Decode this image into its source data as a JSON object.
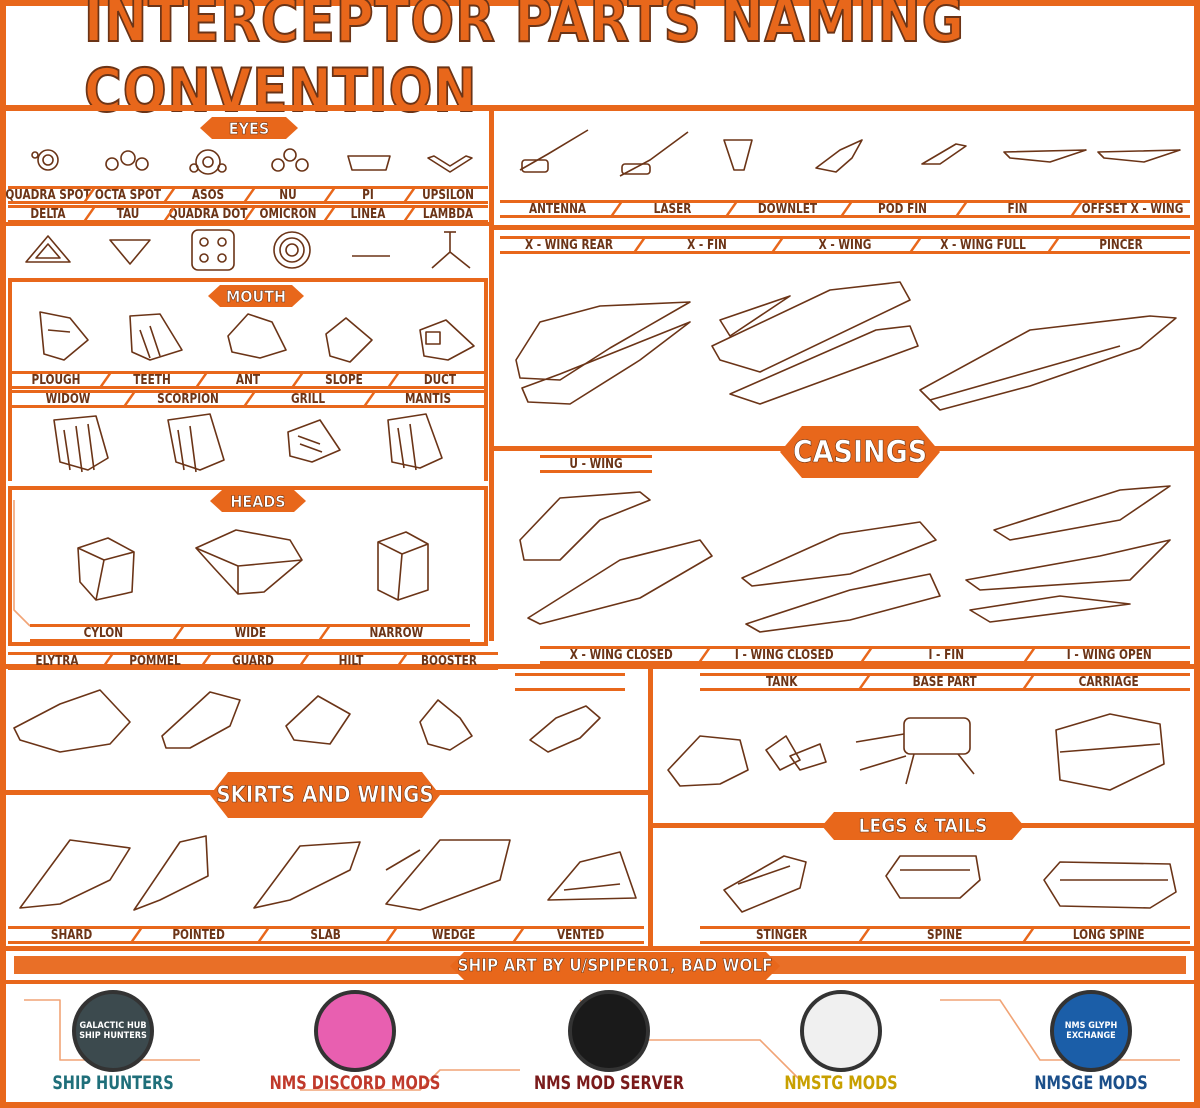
{
  "title": "INTERCEPTOR PARTS NAMING CONVENTION",
  "sections": {
    "eyes": "EYES",
    "mouth": "MOUTH",
    "heads": "HEADS",
    "casings": "CASINGS",
    "skirts": "SKIRTS AND WINGS",
    "legs": "LEGS & TAILS"
  },
  "eyes_row1": [
    "QUADRA SPOT",
    "OCTA SPOT",
    "ASOS",
    "NU",
    "PI",
    "UPSILON"
  ],
  "eyes_row2": [
    "DELTA",
    "TAU",
    "QUADRA DOT",
    "OMICRON",
    "LINEA",
    "LAMBDA"
  ],
  "mouth_row1": [
    "PLOUGH",
    "TEETH",
    "ANT",
    "SLOPE",
    "DUCT"
  ],
  "mouth_row2": [
    "WIDOW",
    "SCORPION",
    "GRILL",
    "MANTIS"
  ],
  "heads": [
    "CYLON",
    "WIDE",
    "NARROW"
  ],
  "top_right": [
    "ANTENNA",
    "LASER",
    "DOWNLET",
    "POD FIN",
    "FIN",
    "OFFSET X - WING"
  ],
  "xwing_row": [
    "X - WING REAR",
    "X - FIN",
    "X - WING",
    "X - WING FULL",
    "PINCER"
  ],
  "uwing": "U - WING",
  "casing_bottom": [
    "X - WING CLOSED",
    "I -  WING CLOSED",
    "I - FIN",
    "I - WING OPEN"
  ],
  "skirts_top": [
    "ELYTRA",
    "POMMEL",
    "GUARD",
    "HILT",
    "BOOSTER"
  ],
  "legs_top": [
    "TANK",
    "BASE PART",
    "CARRIAGE"
  ],
  "skirts_bottom": [
    "SHARD",
    "POINTED",
    "SLAB",
    "WEDGE",
    "VENTED"
  ],
  "legs_bottom": [
    "STINGER",
    "SPINE",
    "LONG SPINE"
  ],
  "credit": "SHIP ART BY U/SPIPER01, BAD WOLF",
  "logos": [
    {
      "label": "SHIP HUNTERS",
      "inner": "GALACTIC HUB SHIP HUNTERS",
      "color": "#1f6f7a",
      "bg": "#3c4a4e"
    },
    {
      "label": "NMS DISCORD MODS",
      "inner": "",
      "color": "#c0392b",
      "bg": "#e85fb0"
    },
    {
      "label": "NMS MOD SERVER",
      "inner": "",
      "color": "#7a1b1b",
      "bg": "#1a1a1a"
    },
    {
      "label": "NMSTG MODS",
      "inner": "",
      "color": "#c8a000",
      "bg": "#f0f0f0"
    },
    {
      "label": "NMSGE MODS",
      "inner": "NMS GLYPH EXCHANGE",
      "color": "#1b4f8a",
      "bg": "#1b5ea8"
    }
  ]
}
